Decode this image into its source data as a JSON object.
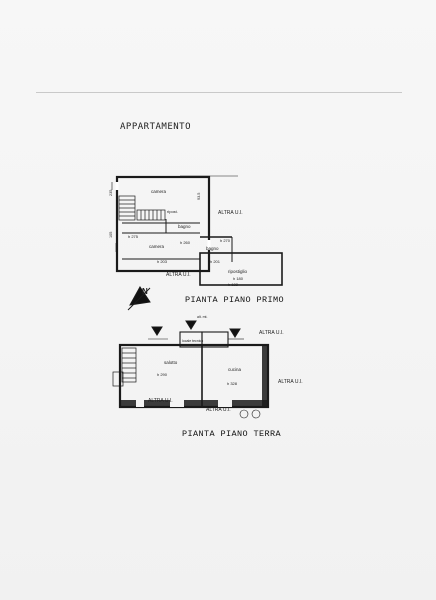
{
  "sheet_title": "APPARTAMENTO",
  "plans": {
    "first_floor": {
      "caption": "PIANTA PIANO PRIMO",
      "rooms": {
        "camera_top": "camera",
        "ripost_small": "ripost.",
        "bagno_1": "bagno",
        "h_275": "h 275",
        "camera_mid": "camera",
        "h_260": "h 260",
        "h_270": "h 270",
        "bagno_2": "bagno",
        "h_203": "h 203",
        "h_201": "h 201",
        "ripostiglio": "ripostiglio",
        "h_180": "h 180",
        "h_132": "h 132",
        "dim_235": "235",
        "dim_105": "105",
        "dim_30": "93.5"
      },
      "neighbours": {
        "right": "ALTRA U.I.",
        "bottom": "ALTRA U.I."
      }
    },
    "ground_floor": {
      "caption": "PIANTA PIANO TERRA",
      "rooms": {
        "locale_tecnico": "locale tecnico",
        "soggiorno": "salotto",
        "h_290": "h 290",
        "cucina": "cucina",
        "h_328": "h 328",
        "top_note": "alt. mt."
      },
      "neighbours": {
        "top_right": "ALTRA U.I.",
        "right": "ALTRA U.I.",
        "bottom_left": "ALTRA U.I.",
        "bottom_right": "ALTRA U.I."
      }
    }
  },
  "north_arrow": "N"
}
